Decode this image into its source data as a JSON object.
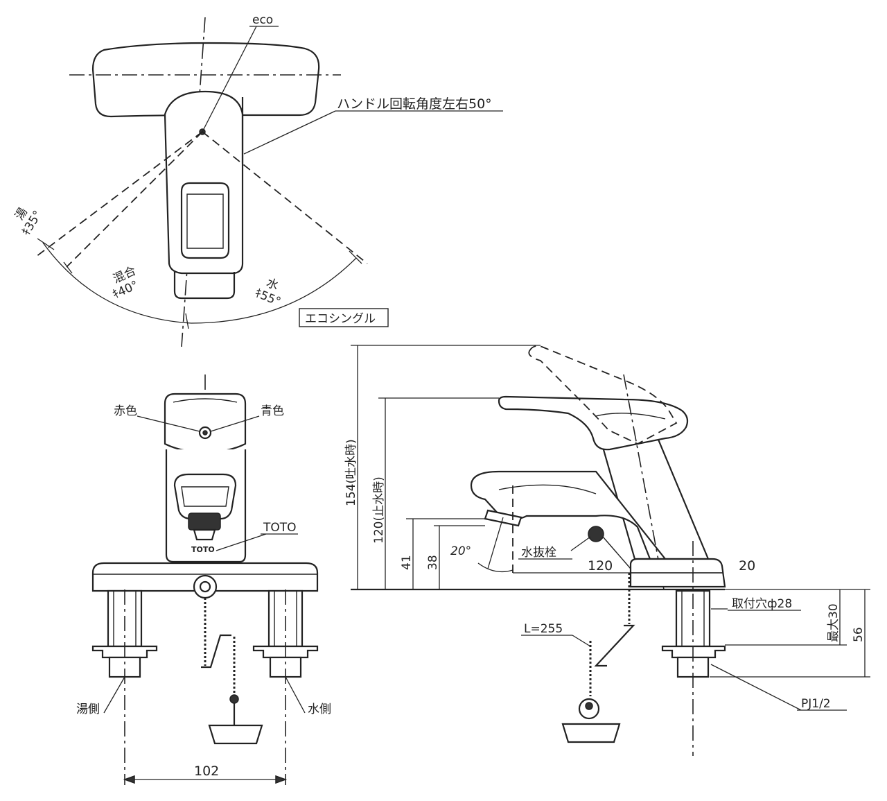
{
  "labels": {
    "eco": "eco",
    "handle_rotation": "ハンドル回転角度左右50°",
    "hot_side_angle_top": "湯",
    "hot_side_angle_bottom": "ｷ35°",
    "mix_angle_top": "混合",
    "mix_angle_bottom": "ｷ40°",
    "water_angle_top": "水",
    "water_angle_bottom": "ｷ55°",
    "product_name": "エコシングル",
    "red_color": "赤色",
    "blue_color": "青色",
    "brand": "TOTO",
    "hot_side": "湯側",
    "water_side": "水側",
    "width_102": "102",
    "height_154": "154(吐水時)",
    "height_120": "120(止水時)",
    "height_41": "41",
    "height_38": "38",
    "angle_20": "20°",
    "drain_plug": "水抜栓",
    "reach_120": "120",
    "offset_20": "20",
    "mount_hole": "取付穴ф28",
    "max_30": "最大30",
    "length_56": "56",
    "chain_length": "L=255",
    "thread": "PJ1/2"
  }
}
